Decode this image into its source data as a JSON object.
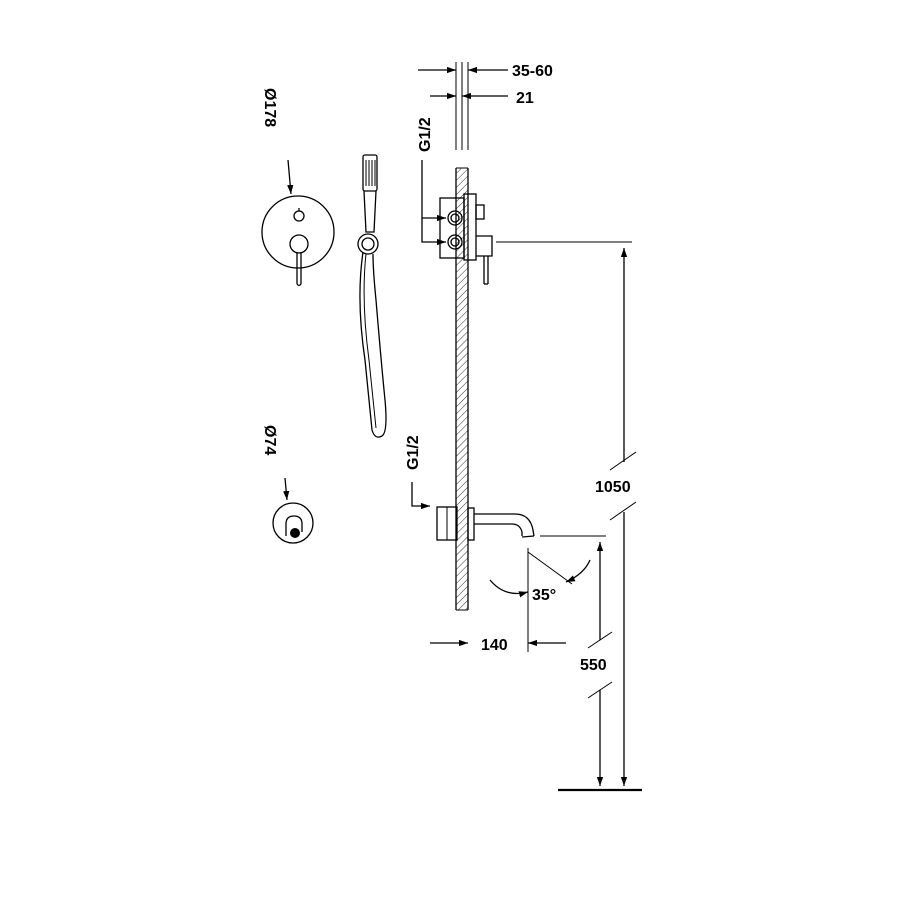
{
  "labels": {
    "mixer_diameter": "Ø178",
    "spout_rosette_diameter": "Ø74",
    "thread_top": "G1/2",
    "thread_bottom": "G1/2",
    "wall_depth_range": "35-60",
    "plate_depth": "21",
    "mixer_height": "1050",
    "spout_height": "550",
    "spout_projection": "140",
    "spout_angle": "35°"
  },
  "colors": {
    "line": "#000000",
    "background": "#ffffff"
  }
}
